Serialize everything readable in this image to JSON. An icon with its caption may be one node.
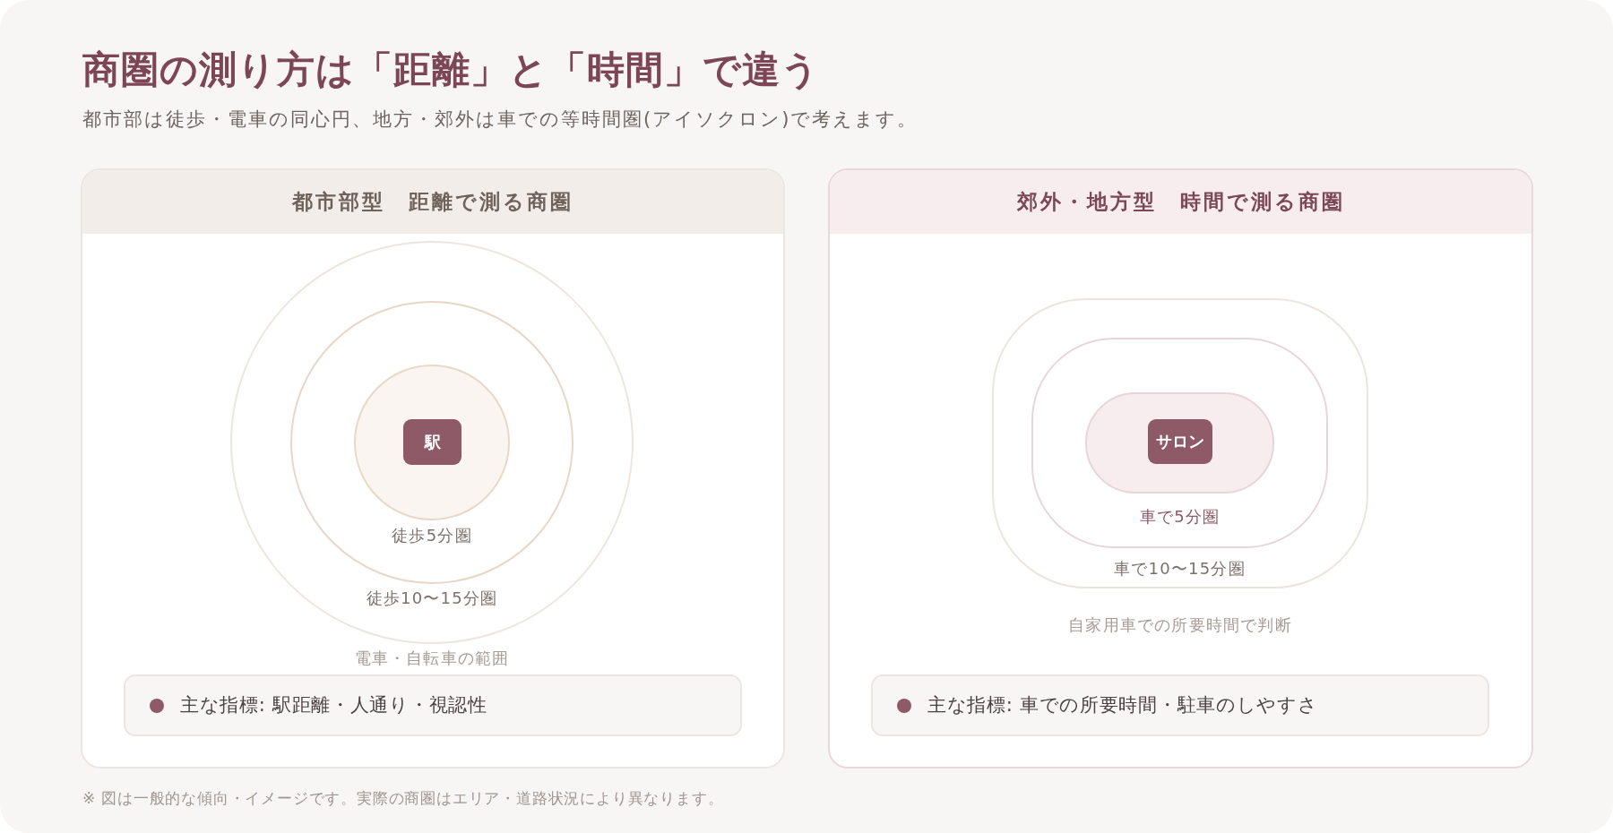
{
  "diagram": {
    "title": "商圏の測り方は「距離」と「時間」で違う",
    "nodes": [
      {
        "text": [
          "都市部型　距離で測る商圏"
        ]
      },
      {
        "text": [],
        "shape": "circle",
        "in": 0,
        "beside": [
          "電車・自転車の範囲"
        ]
      },
      {
        "text": [],
        "shape": "circle",
        "in": 1,
        "beside": [
          "徒歩10〜15分圏"
        ]
      },
      {
        "text": [],
        "shape": "circle",
        "in": 2,
        "beside": [
          "徒歩5分圏"
        ]
      },
      {
        "text": [
          "駅"
        ],
        "in": 3
      },
      {
        "text": [
          "主な指標: 駅距離・人通り・視認性"
        ],
        "in": 0
      },
      {
        "text": [
          "郊外・地方型　時間で測る商圏"
        ]
      },
      {
        "text": [],
        "shape": "box",
        "in": 6,
        "beside": [
          "自家用車での所要時間で判断"
        ]
      },
      {
        "text": [],
        "shape": "box",
        "in": 7,
        "beside": [
          "車で10〜15分圏"
        ]
      },
      {
        "text": [],
        "shape": "box",
        "in": 8,
        "beside": [
          "車で5分圏"
        ]
      },
      {
        "text": [
          "サロン"
        ],
        "in": 9
      },
      {
        "text": [
          "主な指標: 車での所要時間・駐車のしやすさ"
        ],
        "in": 6
      }
    ],
    "labels": [
      "都市部は徒歩・電車の同心円、地方・郊外は車での等時間圏(アイソクロン)で考えます。",
      "※ 図は一般的な傾向・イメージです。実際の商圏はエリア・道路状況により異なります。"
    ]
  }
}
